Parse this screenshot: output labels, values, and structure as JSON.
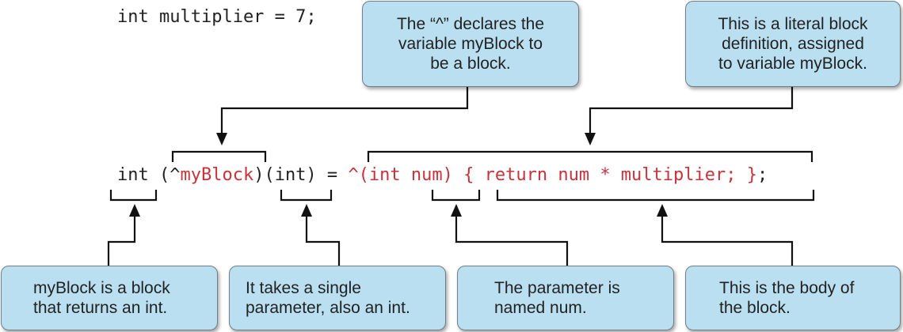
{
  "code": {
    "decl_line": "int multiplier = 7;",
    "main_line": {
      "part_int": "int ",
      "part_open": "(^",
      "part_myblock": "myBlock",
      "part_close": ")",
      "part_param": "(int)",
      "part_eq": " = ",
      "part_literal": "^(int num) { return num * multiplier; }",
      "part_semicolon": ";"
    }
  },
  "callouts": {
    "caret_declares": [
      "The “^” declares the",
      "variable myBlock to",
      "be a block."
    ],
    "literal_block": [
      "This is a literal block",
      "definition, assigned",
      "to variable myBlock."
    ],
    "returns_int": [
      "myBlock is a block",
      "that returns an int."
    ],
    "single_param": [
      "It takes a single",
      "parameter, also an int."
    ],
    "param_named": [
      "The parameter is",
      "named num."
    ],
    "block_body": [
      "This is the body of",
      "the block."
    ]
  },
  "colors": {
    "callout_fill": "#b9dff0",
    "code_highlight": "#c8323a",
    "code_text": "#222222"
  }
}
